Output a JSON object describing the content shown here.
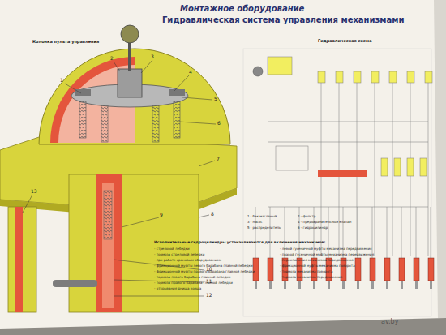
{
  "diagram": {
    "title": "Гидравлическая система управления механизмами",
    "labels": [
      "Монтажное оборудование",
      "Колонка пульта управления",
      "Гидравлическая схема",
      "1",
      "2",
      "3",
      "4",
      "5",
      "6",
      "7",
      "8",
      "9",
      "10",
      "11",
      "12",
      "13",
      "Исполнительные гидроцилиндры устанавливаются для включения механизмов:",
      "- стреловой лебедки",
      "- тормоза стреловой лебедки",
      "- при работе крановым оборудованием",
      "- фрикционной муфты левого барабана главной лебедки",
      "- фрикционной муфты правого барабана главной лебедки",
      "- тормоза левого барабана главной лебедки",
      "- тормоза правого барабана главной лебедки",
      "- открывания днища ковша",
      "- левой гусеничной муфты механизма передвижения",
      "- правой гусеничной муфты механизма передвижения",
      "- переключения механизма передвижения",
      "- фрикционной муфты механизма поворота",
      "- тормоза механизма поворота",
      "- тормоза механизма передвижения",
      "1 - бак масляный",
      "2 - фильтр",
      "3 - насос",
      "4 - предохранительный клапан",
      "5 - распределитель",
      "6 - гидроцилиндр",
      "av.by"
    ]
  }
}
